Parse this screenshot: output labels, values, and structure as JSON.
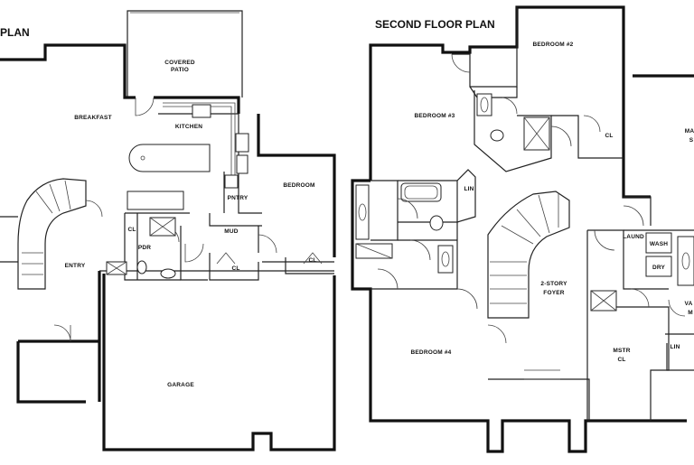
{
  "first_floor": {
    "title": "PLAN",
    "rooms": {
      "covered_patio_1": "COVERED",
      "covered_patio_2": "PATIO",
      "breakfast": "BREAKFAST",
      "kitchen": "KITCHEN",
      "pantry": "PNTRY",
      "bedroom": "BEDROOM",
      "entry": "ENTRY",
      "closet_left": "CL",
      "powder": "PDR",
      "mud": "MUD",
      "closet_mud": "CL",
      "closet_bed": "CL",
      "garage": "GARAGE"
    }
  },
  "second_floor": {
    "title": "SECOND FLOOR PLAN",
    "rooms": {
      "bedroom_2": "BEDROOM #2",
      "bedroom_3": "BEDROOM #3",
      "closet_b2": "CL",
      "linen_1": "LIN",
      "master_partial_1": "MA",
      "master_partial_2": "S",
      "laundry": "LAUND",
      "washer": "WASH",
      "dryer": "DRY",
      "foyer_1": "2-STORY",
      "foyer_2": "FOYER",
      "bedroom_4": "BEDROOM #4",
      "master_closet_1": "MSTR",
      "master_closet_2": "CL",
      "linen_2": "LIN",
      "vanity_1": "VA",
      "vanity_2": "M"
    }
  }
}
